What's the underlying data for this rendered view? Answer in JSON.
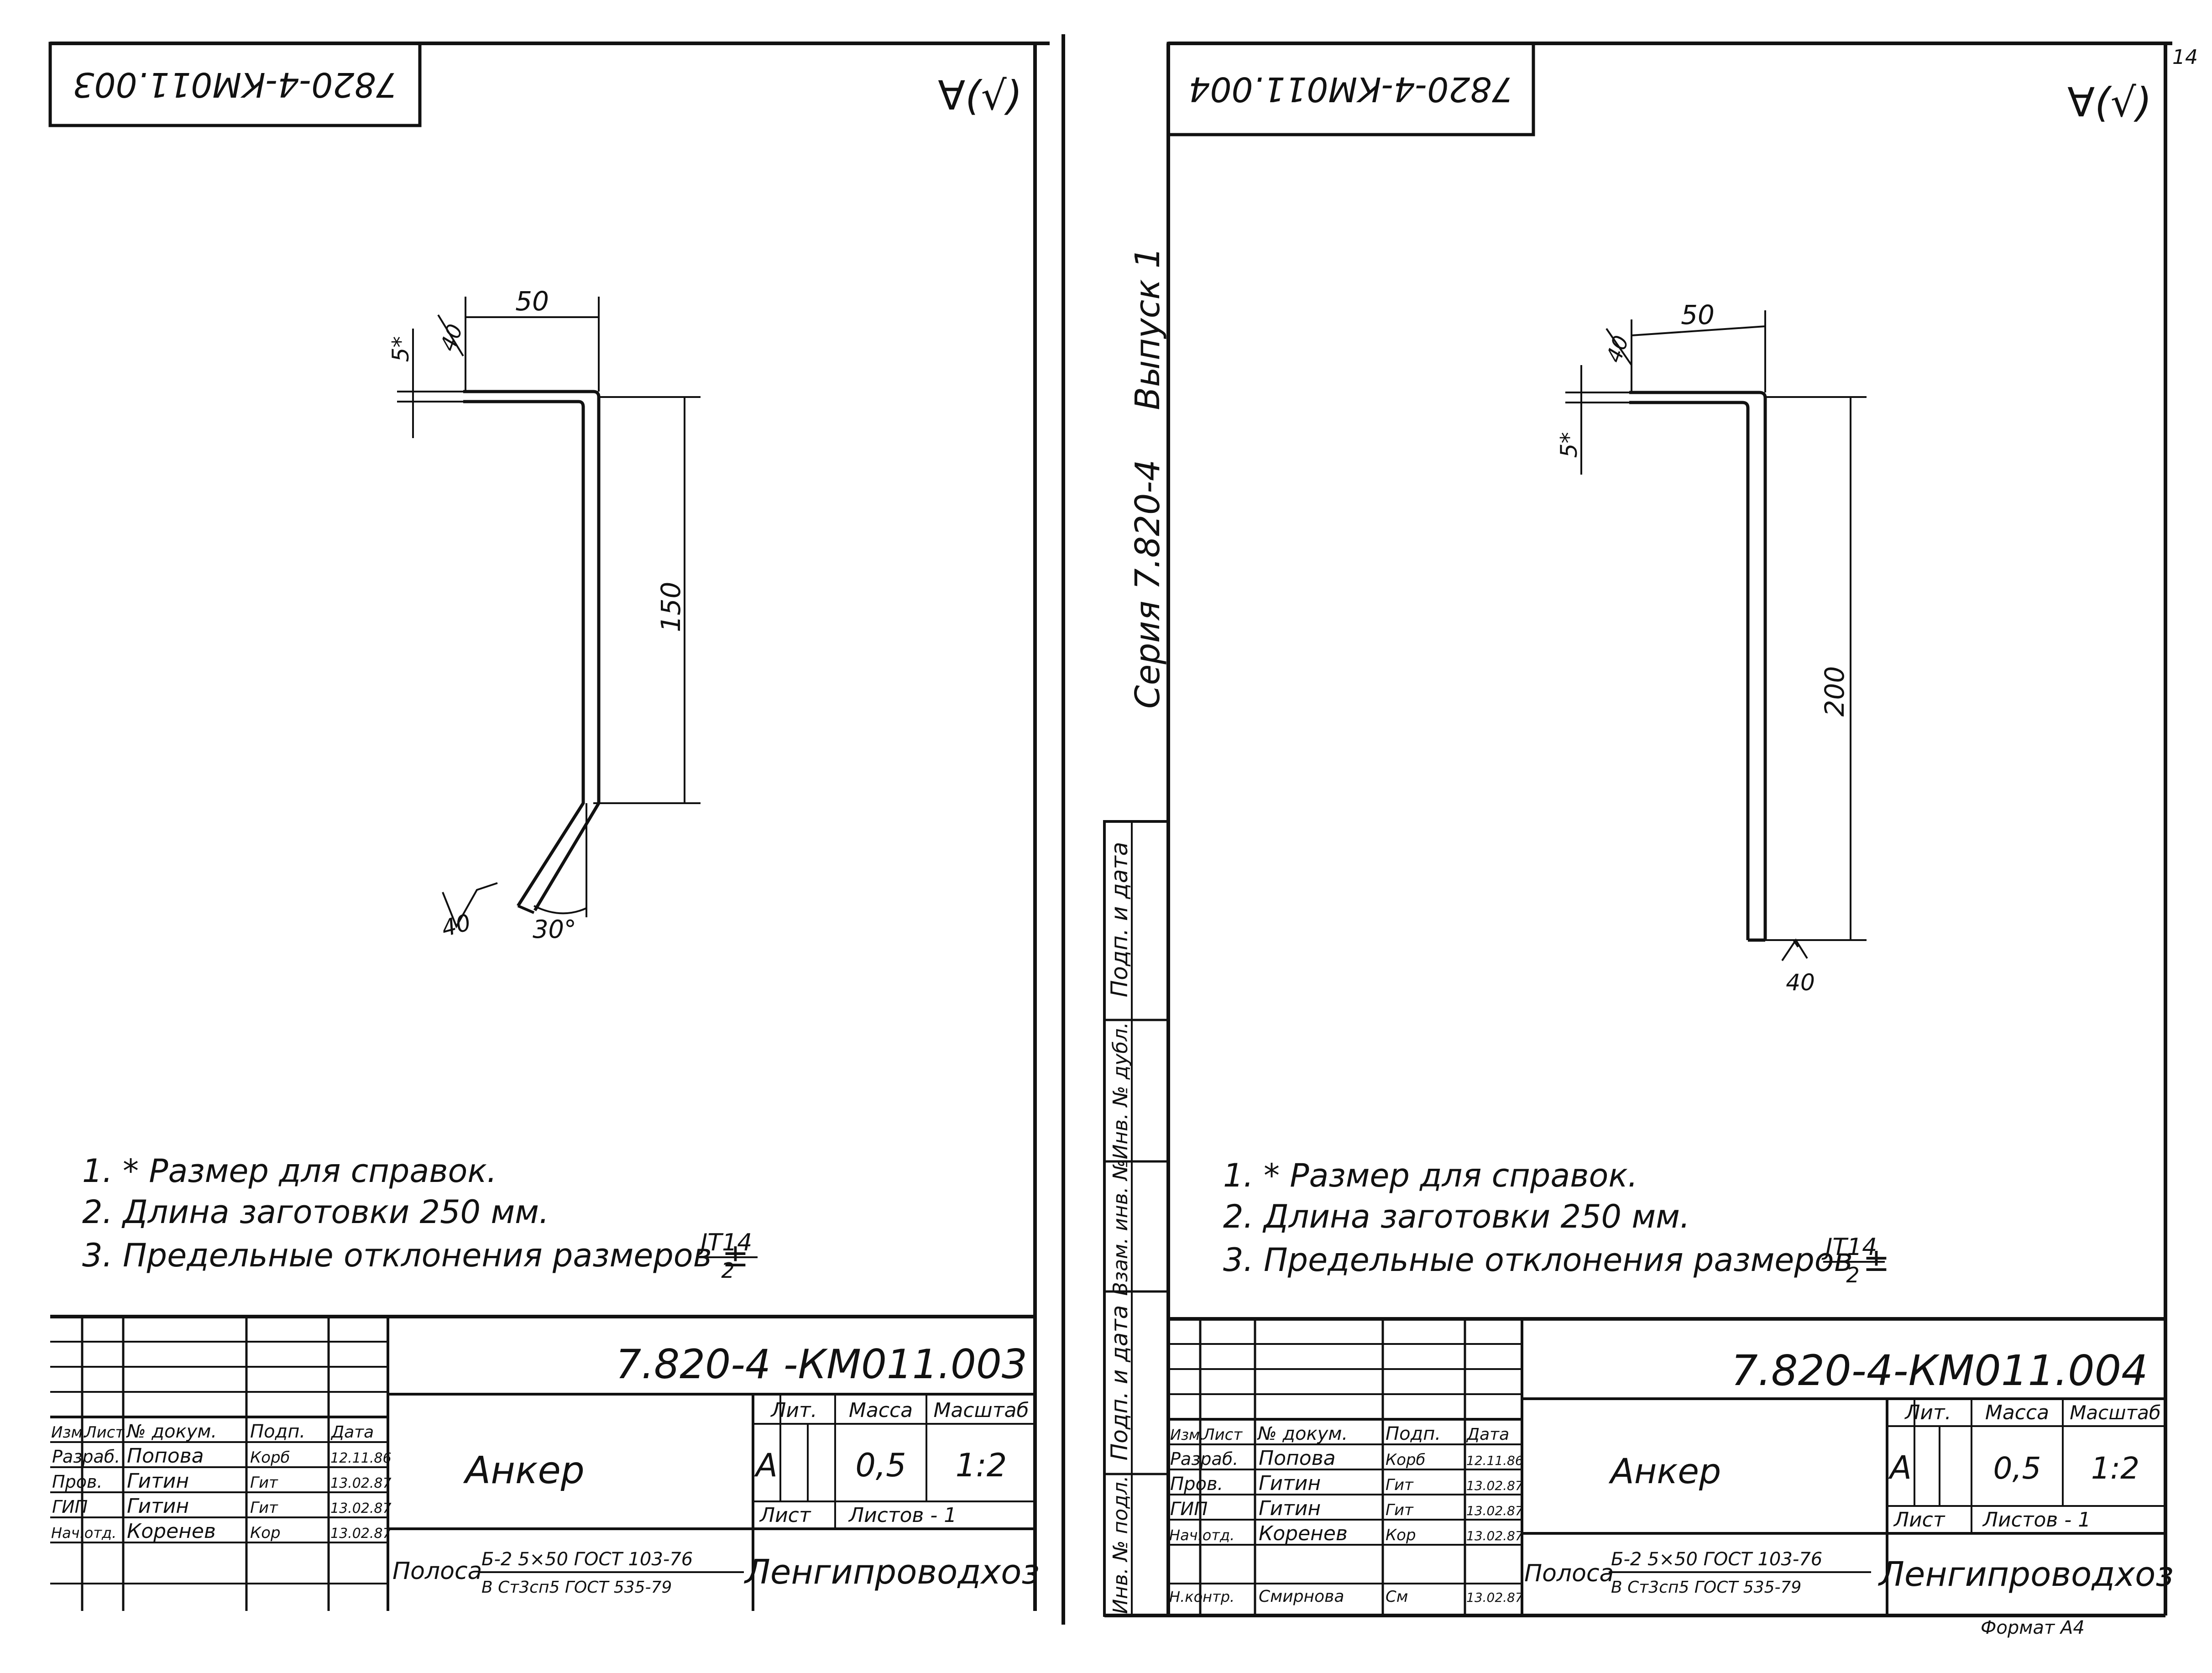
{
  "left": {
    "stamp_code": "7820-4-КМ011.003",
    "roughness": "∀(√)",
    "drawing": {
      "dim_top": "50",
      "dim_small": "40",
      "dim_ref": "5*",
      "dim_vertical": "150",
      "bend_angle": "30°",
      "roughness_mark": "40"
    },
    "notes": [
      "1. * Размер для справок.",
      "2. Длина заготовки 250 мм.",
      "3. Предельные отклонения размеров ±"
    ],
    "tolerance_num": "JT14",
    "tolerance_den": "2",
    "title_block": {
      "code": "7.820-4 -КМ011.003",
      "name": "Анкер",
      "lit_header": "Лит.",
      "mass_header": "Масса",
      "scale_header": "Масштаб",
      "lit": "А",
      "mass": "0,5",
      "scale": "1:2",
      "sheet_label": "Лист",
      "sheets_label": "Листов - 1",
      "material_prefix": "Полоса",
      "material_top": "Б-2 5×50 ГОСТ 103-76",
      "material_bottom": "В Ст3сп5 ГОСТ 535-79",
      "org": "Ленгипроводхоз",
      "headers": [
        "Изм.",
        "Лист",
        "№ докум.",
        "Подп.",
        "Дата"
      ],
      "rows": [
        {
          "role": "Разраб.",
          "name": "Попова",
          "sign": "Корб",
          "date": "12.11.86"
        },
        {
          "role": "Пров.",
          "name": "Гитин",
          "sign": "Гит",
          "date": "13.02.87"
        },
        {
          "role": "ГИП",
          "name": "Гитин",
          "sign": "Гит",
          "date": "13.02.87"
        },
        {
          "role": "Нач.отд.",
          "name": "Коренев",
          "sign": "Кор",
          "date": "13.02.87"
        }
      ]
    }
  },
  "right": {
    "stamp_code": "7820-4-КМ011.004",
    "roughness": "∀(√)",
    "page_number": "14",
    "series": "Серия 7.820-4",
    "issue": "Выпуск 1",
    "side_labels": [
      "Подп. и дата",
      "Инв. № дубл.",
      "Взам. инв. №",
      "Подп. и дата",
      "Инв. № подл."
    ],
    "drawing": {
      "dim_top": "50",
      "dim_small": "40",
      "dim_ref": "5*",
      "dim_vertical": "200",
      "roughness_mark": "40"
    },
    "notes": [
      "1. * Размер для справок.",
      "2. Длина заготовки 250 мм.",
      "3. Предельные отклонения размеров ±"
    ],
    "tolerance_num": "JT14",
    "tolerance_den": "2",
    "title_block": {
      "code": "7.820-4-КМ011.004",
      "name": "Анкер",
      "lit_header": "Лит.",
      "mass_header": "Масса",
      "scale_header": "Масштаб",
      "lit": "А",
      "mass": "0,5",
      "scale": "1:2",
      "sheet_label": "Лист",
      "sheets_label": "Листов - 1",
      "material_prefix": "Полоса",
      "material_top": "Б-2 5×50 ГОСТ 103-76",
      "material_bottom": "В Ст3сп5 ГОСТ 535-79",
      "org": "Ленгипроводхоз",
      "headers": [
        "Изм.",
        "Лист",
        "№ докум.",
        "Подп.",
        "Дата"
      ],
      "rows": [
        {
          "role": "Разраб.",
          "name": "Попова",
          "sign": "Корб",
          "date": "12.11.86"
        },
        {
          "role": "Пров.",
          "name": "Гитин",
          "sign": "Гит",
          "date": "13.02.87"
        },
        {
          "role": "ГИП",
          "name": "Гитин",
          "sign": "Гит",
          "date": "13.02.87"
        },
        {
          "role": "Нач.отд.",
          "name": "Коренев",
          "sign": "Кор",
          "date": "13.02.87"
        },
        {
          "role": "Н.контр.",
          "name": "Смирнова",
          "sign": "См",
          "date": "13.02.87"
        }
      ],
      "format_label": "Формат А4"
    }
  }
}
